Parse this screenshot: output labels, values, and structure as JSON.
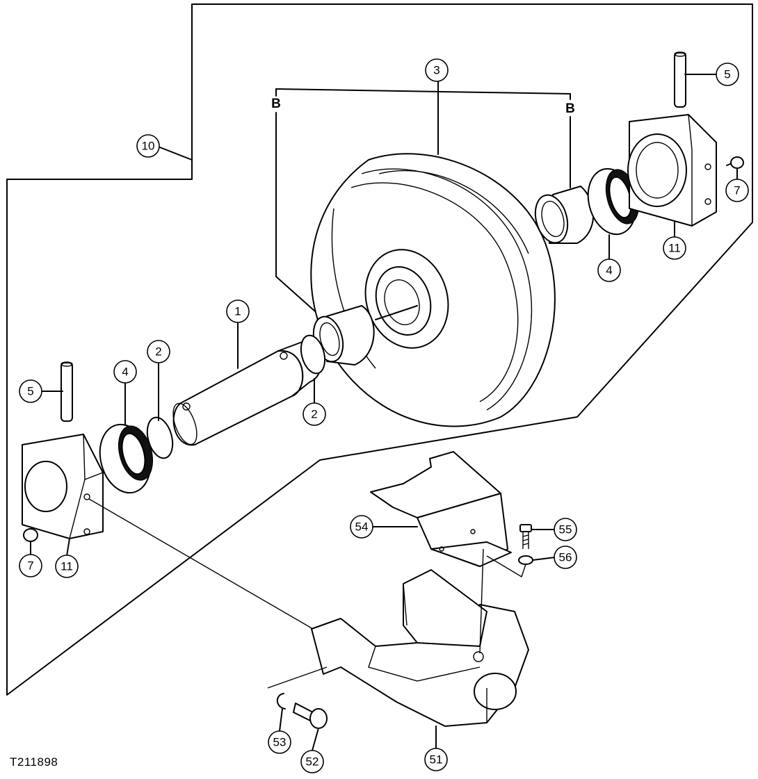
{
  "figure_id": "T211898",
  "detail_letter": "B",
  "callouts": {
    "c1": "1",
    "c2a": "2",
    "c2b": "2",
    "c3": "3",
    "c4a": "4",
    "c4b": "4",
    "c5a": "5",
    "c5b": "5",
    "c7a": "7",
    "c7b": "7",
    "c10": "10",
    "c11a": "11",
    "c11b": "11",
    "c51": "51",
    "c52": "52",
    "c53": "53",
    "c54": "54",
    "c55": "55",
    "c56": "56"
  }
}
